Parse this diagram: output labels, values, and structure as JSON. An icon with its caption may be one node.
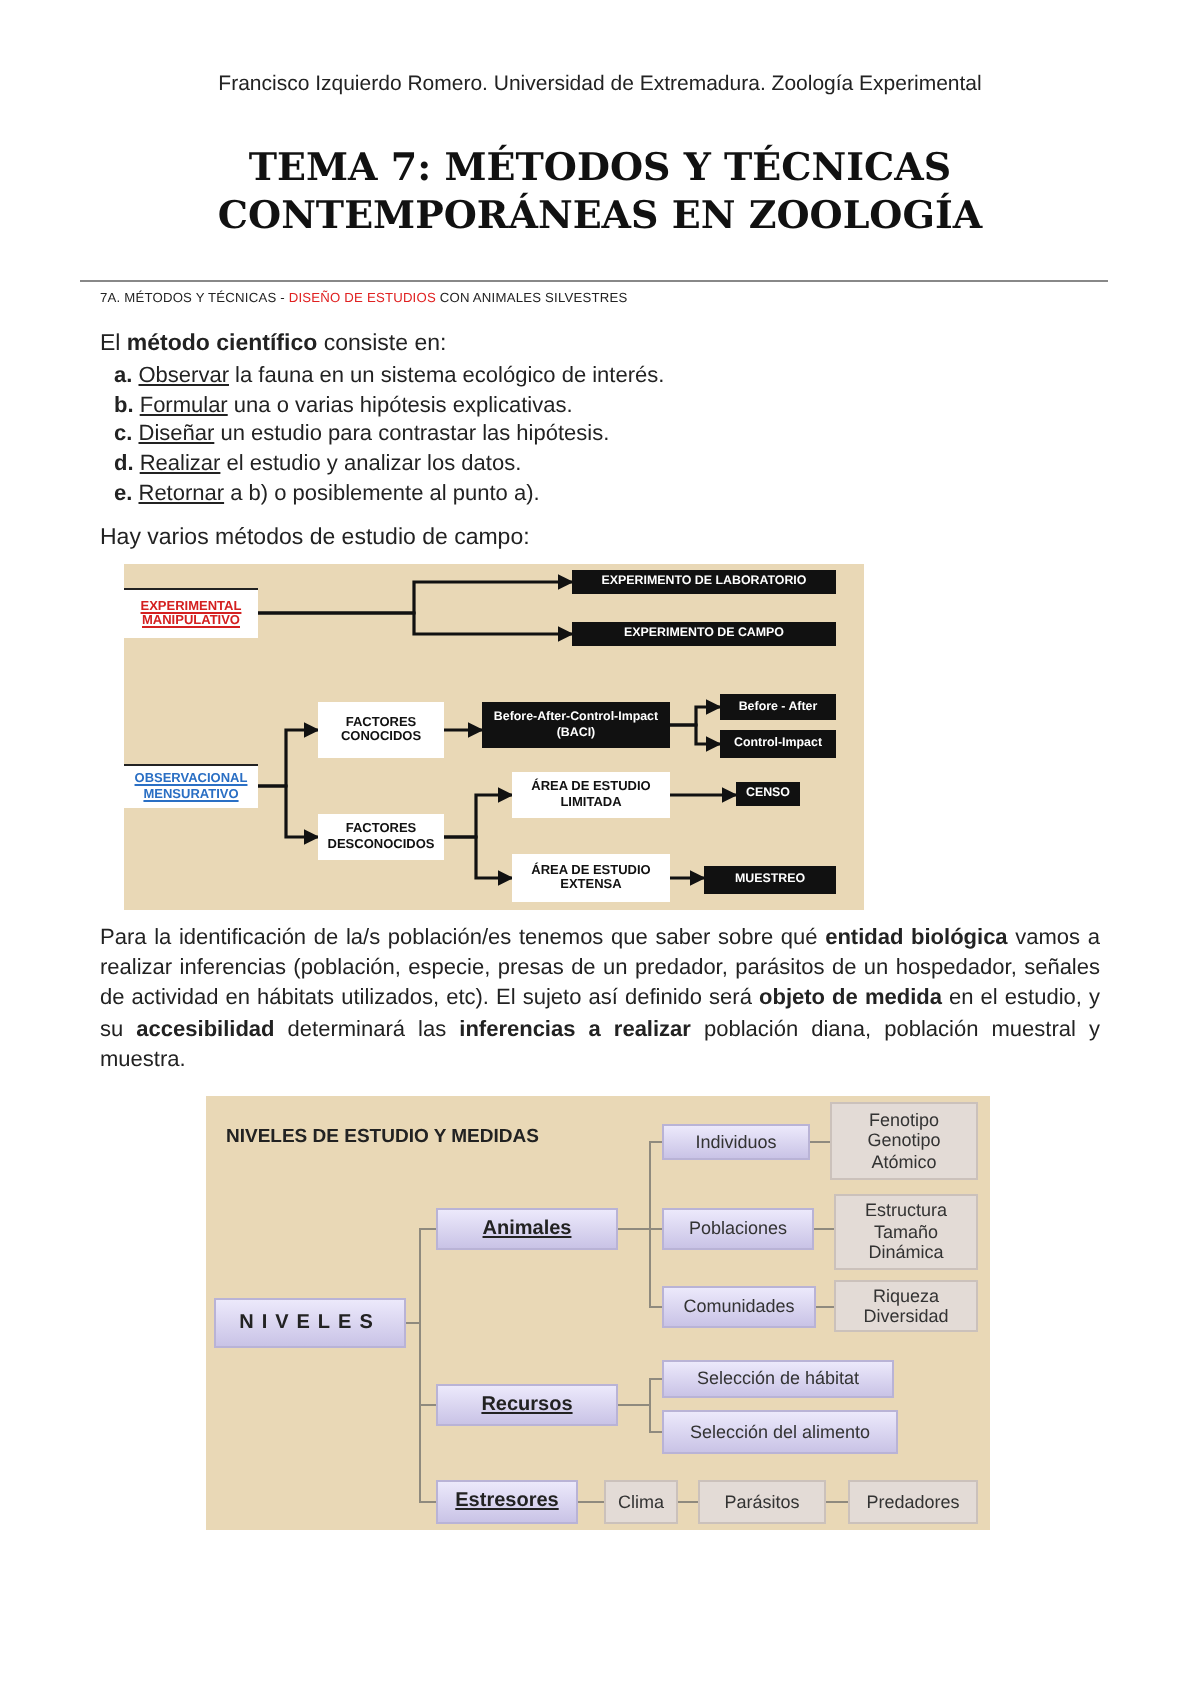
{
  "diagram": {
    "title": "TEMA 7: MÉTODOS Y TÉCNICAS CONTEMPORÁNEAS EN ZOOLOGÍA",
    "nodes": [
      {
        "text": [
          "EXPERIMENTAL MANIPULATIVO"
        ]
      },
      {
        "text": [
          "EXPERIMENTO DE LABORATORIO"
        ]
      },
      {
        "text": [
          "EXPERIMENTO DE CAMPO"
        ]
      },
      {
        "text": [
          "FACTORES CONOCIDOS"
        ]
      },
      {
        "text": [
          "Before-After-Control-Impact (BACI)"
        ]
      },
      {
        "text": [
          "Before - After"
        ]
      },
      {
        "text": [
          "Control-Impact"
        ]
      },
      {
        "text": [
          "OBSERVACIONAL MENSURATIVO"
        ]
      },
      {
        "text": [
          "ÁREA DE ESTUDIO LIMITADA"
        ]
      },
      {
        "text": [
          "CENSO"
        ]
      },
      {
        "text": [
          "FACTORES DESCONOCIDOS"
        ]
      },
      {
        "text": [
          "ÁREA DE ESTUDIO EXTENSA"
        ]
      },
      {
        "text": [
          "MUESTREO"
        ]
      },
      {
        "text": [
          "NIVELES"
        ]
      },
      {
        "text": [
          "Animales"
        ]
      },
      {
        "text": [
          "Individuos"
        ]
      },
      {
        "text": [
          "Fenotipo Genotipo Atómico"
        ]
      },
      {
        "text": [
          "Poblaciones"
        ]
      },
      {
        "text": [
          "Estructura Tamaño Dinámica"
        ]
      },
      {
        "text": [
          "Comunidades"
        ]
      },
      {
        "text": [
          "Riqueza Diversidad"
        ]
      },
      {
        "text": [
          "Recursos"
        ]
      },
      {
        "text": [
          "Selección de hábitat"
        ]
      },
      {
        "text": [
          "Selección del alimento"
        ]
      },
      {
        "text": [
          "Estresores"
        ]
      },
      {
        "text": [
          "Clima"
        ]
      },
      {
        "text": [
          "Parásitos"
        ]
      },
      {
        "text": [
          "Predadores"
        ]
      }
    ],
    "edges": [
      {
        "from": 0,
        "to": 1,
        "arrow": "to",
        "color": "#111111"
      },
      {
        "from": 0,
        "to": 2,
        "arrow": "to",
        "color": "#111111"
      },
      {
        "from": 7,
        "to": 3,
        "arrow": "to",
        "color": "#111111"
      },
      {
        "from": 7,
        "to": 10,
        "arrow": "to",
        "color": "#111111"
      },
      {
        "from": 3,
        "to": 4,
        "arrow": "to",
        "color": "#111111"
      },
      {
        "from": 4,
        "to": 5,
        "arrow": "to",
        "color": "#111111"
      },
      {
        "from": 4,
        "to": 6,
        "arrow": "to",
        "color": "#111111"
      },
      {
        "from": 10,
        "to": 8,
        "arrow": "to",
        "color": "#111111"
      },
      {
        "from": 10,
        "to": 11,
        "arrow": "to",
        "color": "#111111"
      },
      {
        "from": 8,
        "to": 9,
        "arrow": "to",
        "color": "#111111"
      },
      {
        "from": 11,
        "to": 12,
        "arrow": "to",
        "color": "#111111"
      },
      {
        "from": 13,
        "to": 14,
        "arrow": "none"
      },
      {
        "from": 13,
        "to": 21,
        "arrow": "none"
      },
      {
        "from": 13,
        "to": 24,
        "arrow": "none"
      },
      {
        "from": 14,
        "to": 15,
        "arrow": "none"
      },
      {
        "from": 14,
        "to": 17,
        "arrow": "none"
      },
      {
        "from": 14,
        "to": 19,
        "arrow": "none"
      },
      {
        "from": 15,
        "to": 16,
        "arrow": "none"
      },
      {
        "from": 17,
        "to": 18,
        "arrow": "none"
      },
      {
        "from": 19,
        "to": 20,
        "arrow": "none"
      },
      {
        "from": 21,
        "to": 22,
        "arrow": "none"
      },
      {
        "from": 21,
        "to": 23,
        "arrow": "none"
      },
      {
        "from": 24,
        "to": 25,
        "arrow": "none"
      },
      {
        "from": 25,
        "to": 26,
        "arrow": "none"
      },
      {
        "from": 26,
        "to": 27,
        "arrow": "none"
      }
    ],
    "labels": [
      "Francisco Izquierdo Romero. Universidad de Extremadura. Zoología Experimental",
      "7A. MÉTODOS Y TÉCNICAS - **DISEÑO DE ESTUDIOS** CON ANIMALES SILVESTRES",
      "El **método científico** consiste en:",
      "**a.** Observar la fauna en un sistema ecológico de interés.",
      "**b.** Formular una o varias hipótesis explicativas.",
      "**c.** Diseñar un estudio para contrastar las hipótesis.",
      "**d.** Realizar el estudio y analizar los datos.",
      "**e.** Retornar a b) o posiblemente al punto a).",
      "Hay varios métodos de estudio de campo:",
      "Para la identificación de la/s población/es tenemos que saber sobre qué **entidad biológica** vamos a realizar inferencias (población, especie, presas de un predador, parásitos de un hospedador, señales de actividad en hábitats utilizados, etc). El sujeto así definido será **objeto de medida** en el estudio, y su **accesibilidad** determinará las **inferencias a realizar** población diana, población muestral y muestra.",
      "NIVELES DE ESTUDIO Y MEDIDAS"
    ]
  }
}
